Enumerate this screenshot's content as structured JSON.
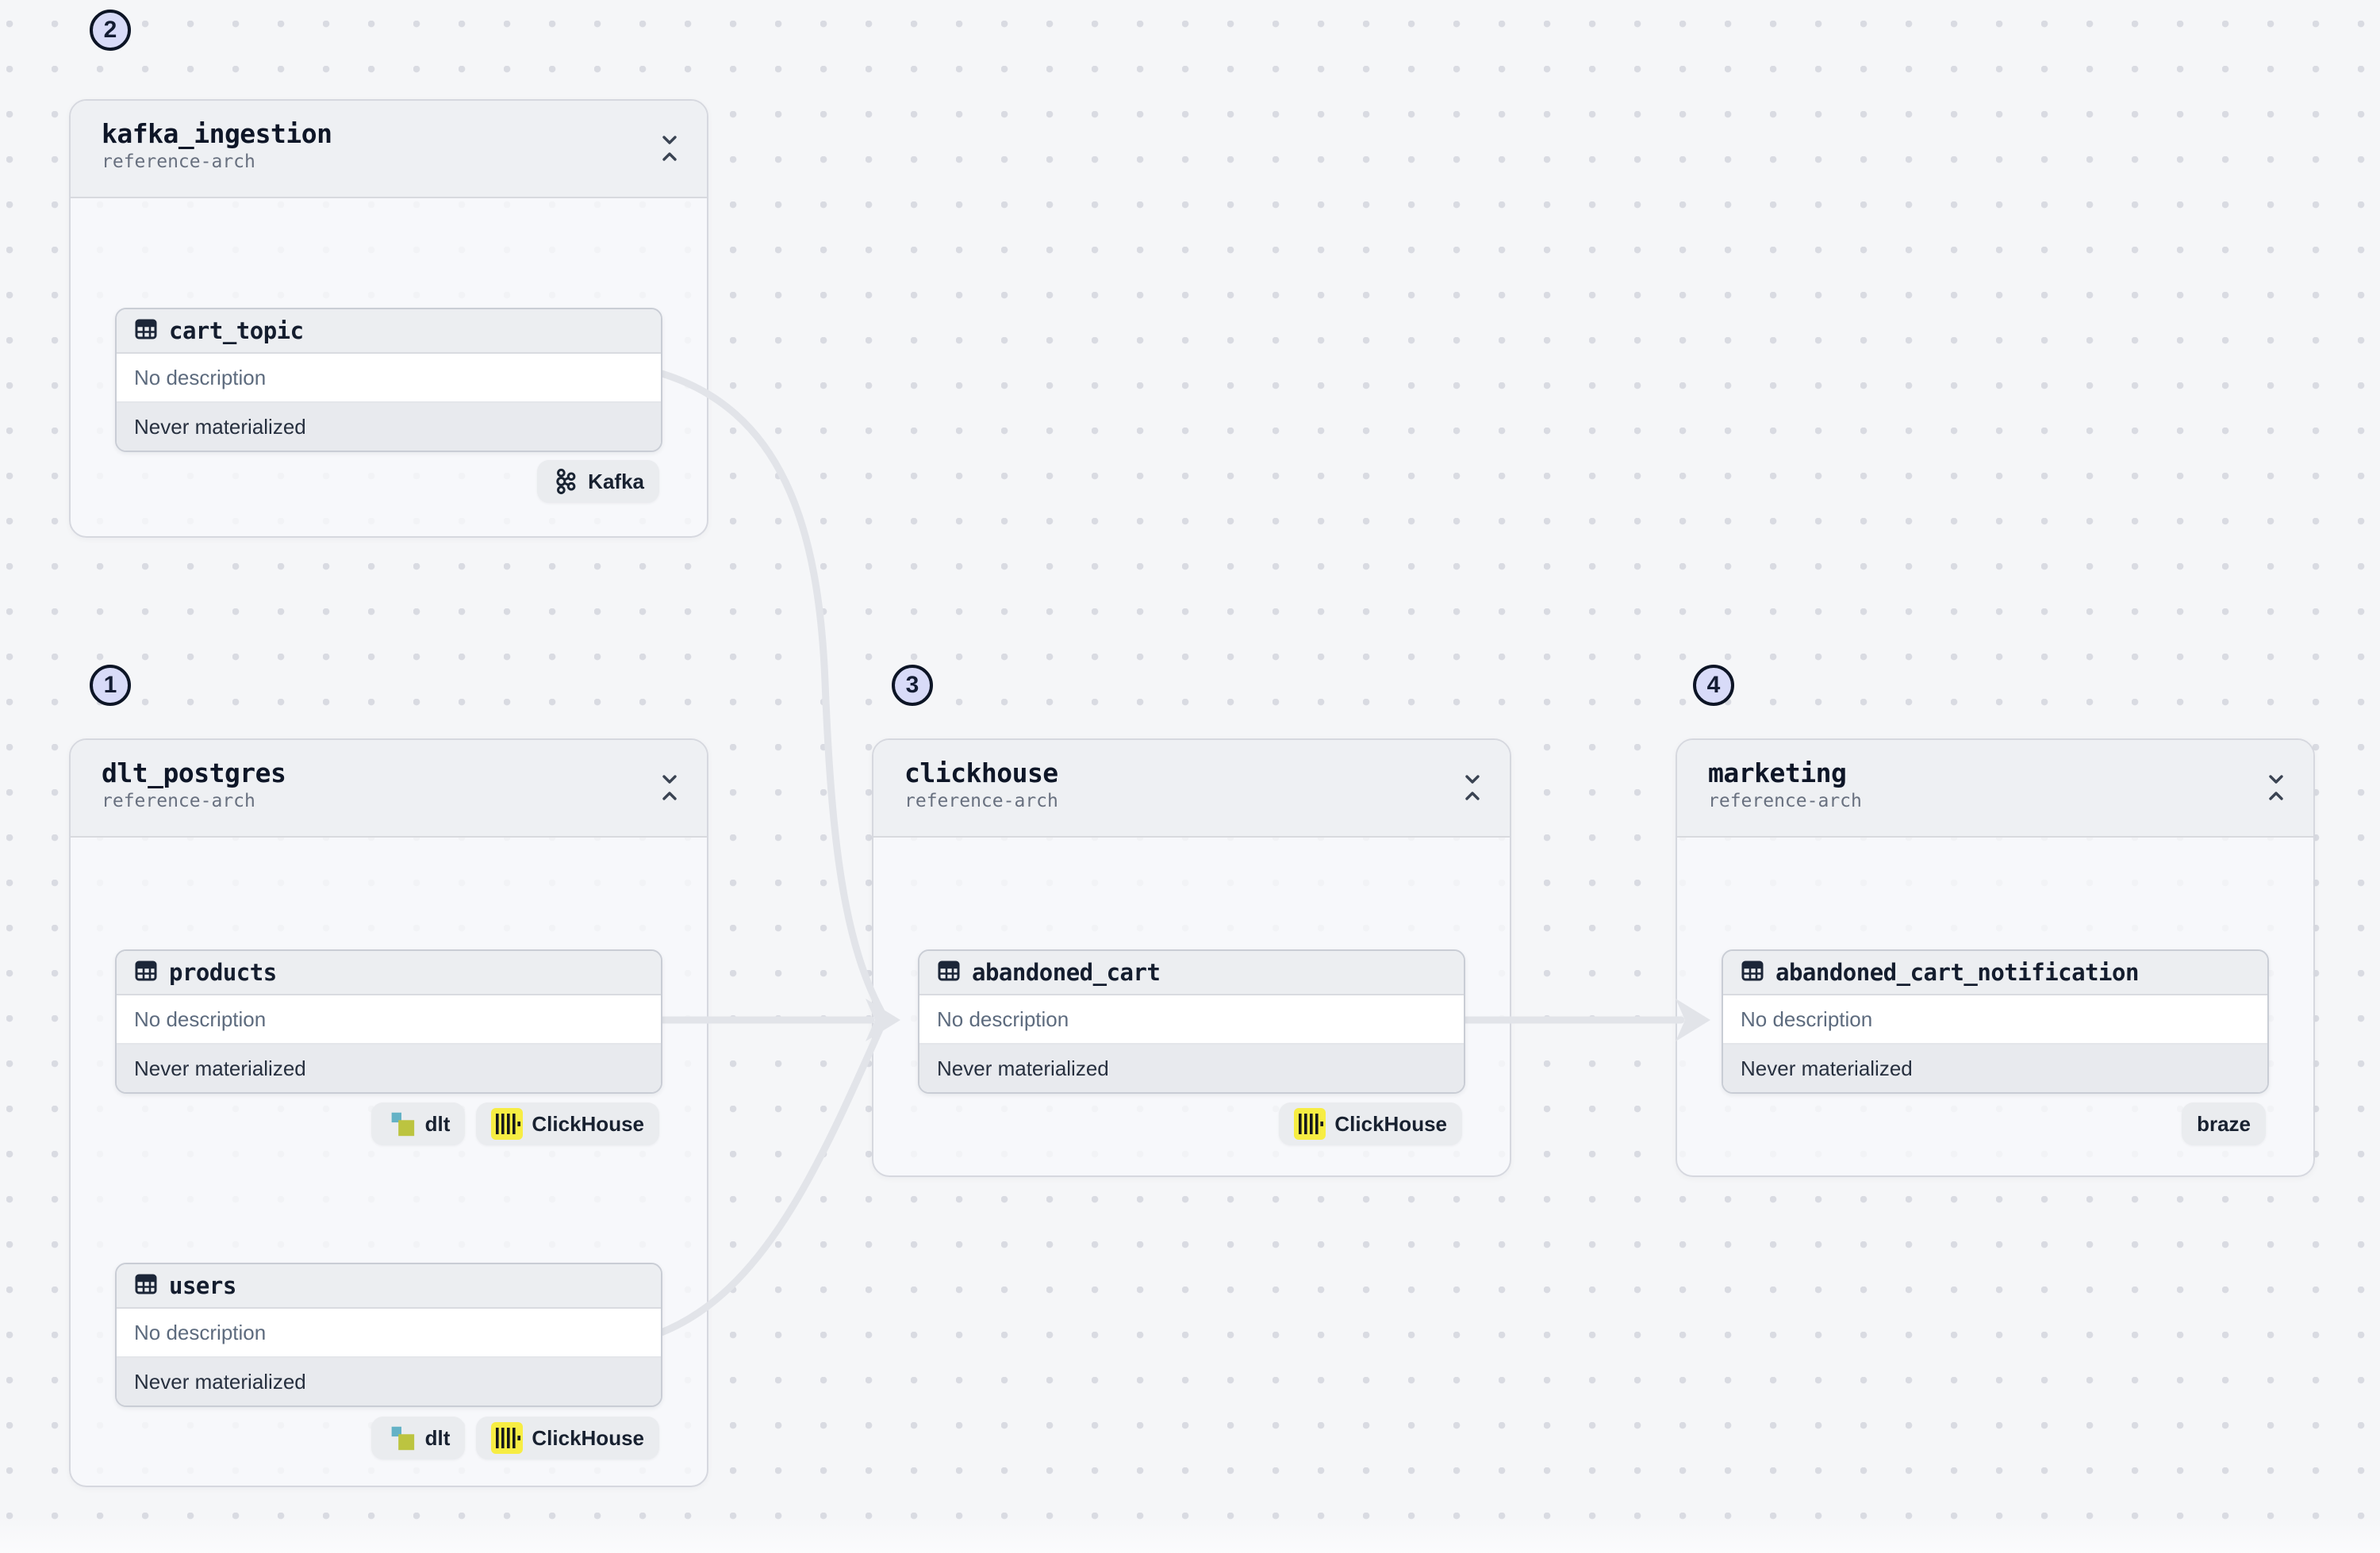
{
  "canvas": {
    "type": "asset-lineage-graph",
    "colors": {
      "background": "#f5f6f8",
      "grid_dot": "#d9dbe2",
      "edge": "#e2e4e9",
      "group_border": "#d6d8df",
      "group_header_bg": "#eef0f3",
      "card_header_bg": "#eceef1",
      "card_status_bg": "#e8eaee",
      "marker_bg": "#d8dbf8",
      "clickhouse_yellow": "#f7ed43",
      "dlt_teal": "#64b2c6",
      "dlt_olive": "#bcc440"
    }
  },
  "markers": [
    {
      "label": "1",
      "for_group": "dlt_postgres"
    },
    {
      "label": "2",
      "for_group": "kafka_ingestion"
    },
    {
      "label": "3",
      "for_group": "clickhouse"
    },
    {
      "label": "4",
      "for_group": "marketing"
    }
  ],
  "groups": [
    {
      "title": "kafka_ingestion",
      "subtitle": "reference-arch",
      "collapse_icon": "collapse-vertical-icon",
      "assets": [
        {
          "icon": "table-icon",
          "name": "cart_topic",
          "description": "No description",
          "status": "Never materialized"
        }
      ],
      "badge_rows": [
        [
          {
            "icon": "kafka-icon",
            "label": "Kafka"
          }
        ]
      ]
    },
    {
      "title": "dlt_postgres",
      "subtitle": "reference-arch",
      "collapse_icon": "collapse-vertical-icon",
      "assets": [
        {
          "icon": "table-icon",
          "name": "products",
          "description": "No description",
          "status": "Never materialized"
        },
        {
          "icon": "table-icon",
          "name": "users",
          "description": "No description",
          "status": "Never materialized"
        }
      ],
      "badge_rows": [
        [
          {
            "icon": "dlt-icon",
            "label": "dlt"
          },
          {
            "icon": "clickhouse-icon",
            "label": "ClickHouse"
          }
        ],
        [
          {
            "icon": "dlt-icon",
            "label": "dlt"
          },
          {
            "icon": "clickhouse-icon",
            "label": "ClickHouse"
          }
        ]
      ]
    },
    {
      "title": "clickhouse",
      "subtitle": "reference-arch",
      "collapse_icon": "collapse-vertical-icon",
      "assets": [
        {
          "icon": "table-icon",
          "name": "abandoned_cart",
          "description": "No description",
          "status": "Never materialized"
        }
      ],
      "badge_rows": [
        [
          {
            "icon": "clickhouse-icon",
            "label": "ClickHouse"
          }
        ]
      ]
    },
    {
      "title": "marketing",
      "subtitle": "reference-arch",
      "collapse_icon": "collapse-vertical-icon",
      "assets": [
        {
          "icon": "table-icon",
          "name": "abandoned_cart_notification",
          "description": "No description",
          "status": "Never materialized"
        }
      ],
      "badge_rows": [
        [
          {
            "label": "braze"
          }
        ]
      ]
    }
  ],
  "edges": [
    {
      "source": "cart_topic",
      "target": "abandoned_cart"
    },
    {
      "source": "products",
      "target": "abandoned_cart"
    },
    {
      "source": "users",
      "target": "abandoned_cart"
    },
    {
      "source": "abandoned_cart",
      "target": "abandoned_cart_notification"
    }
  ]
}
